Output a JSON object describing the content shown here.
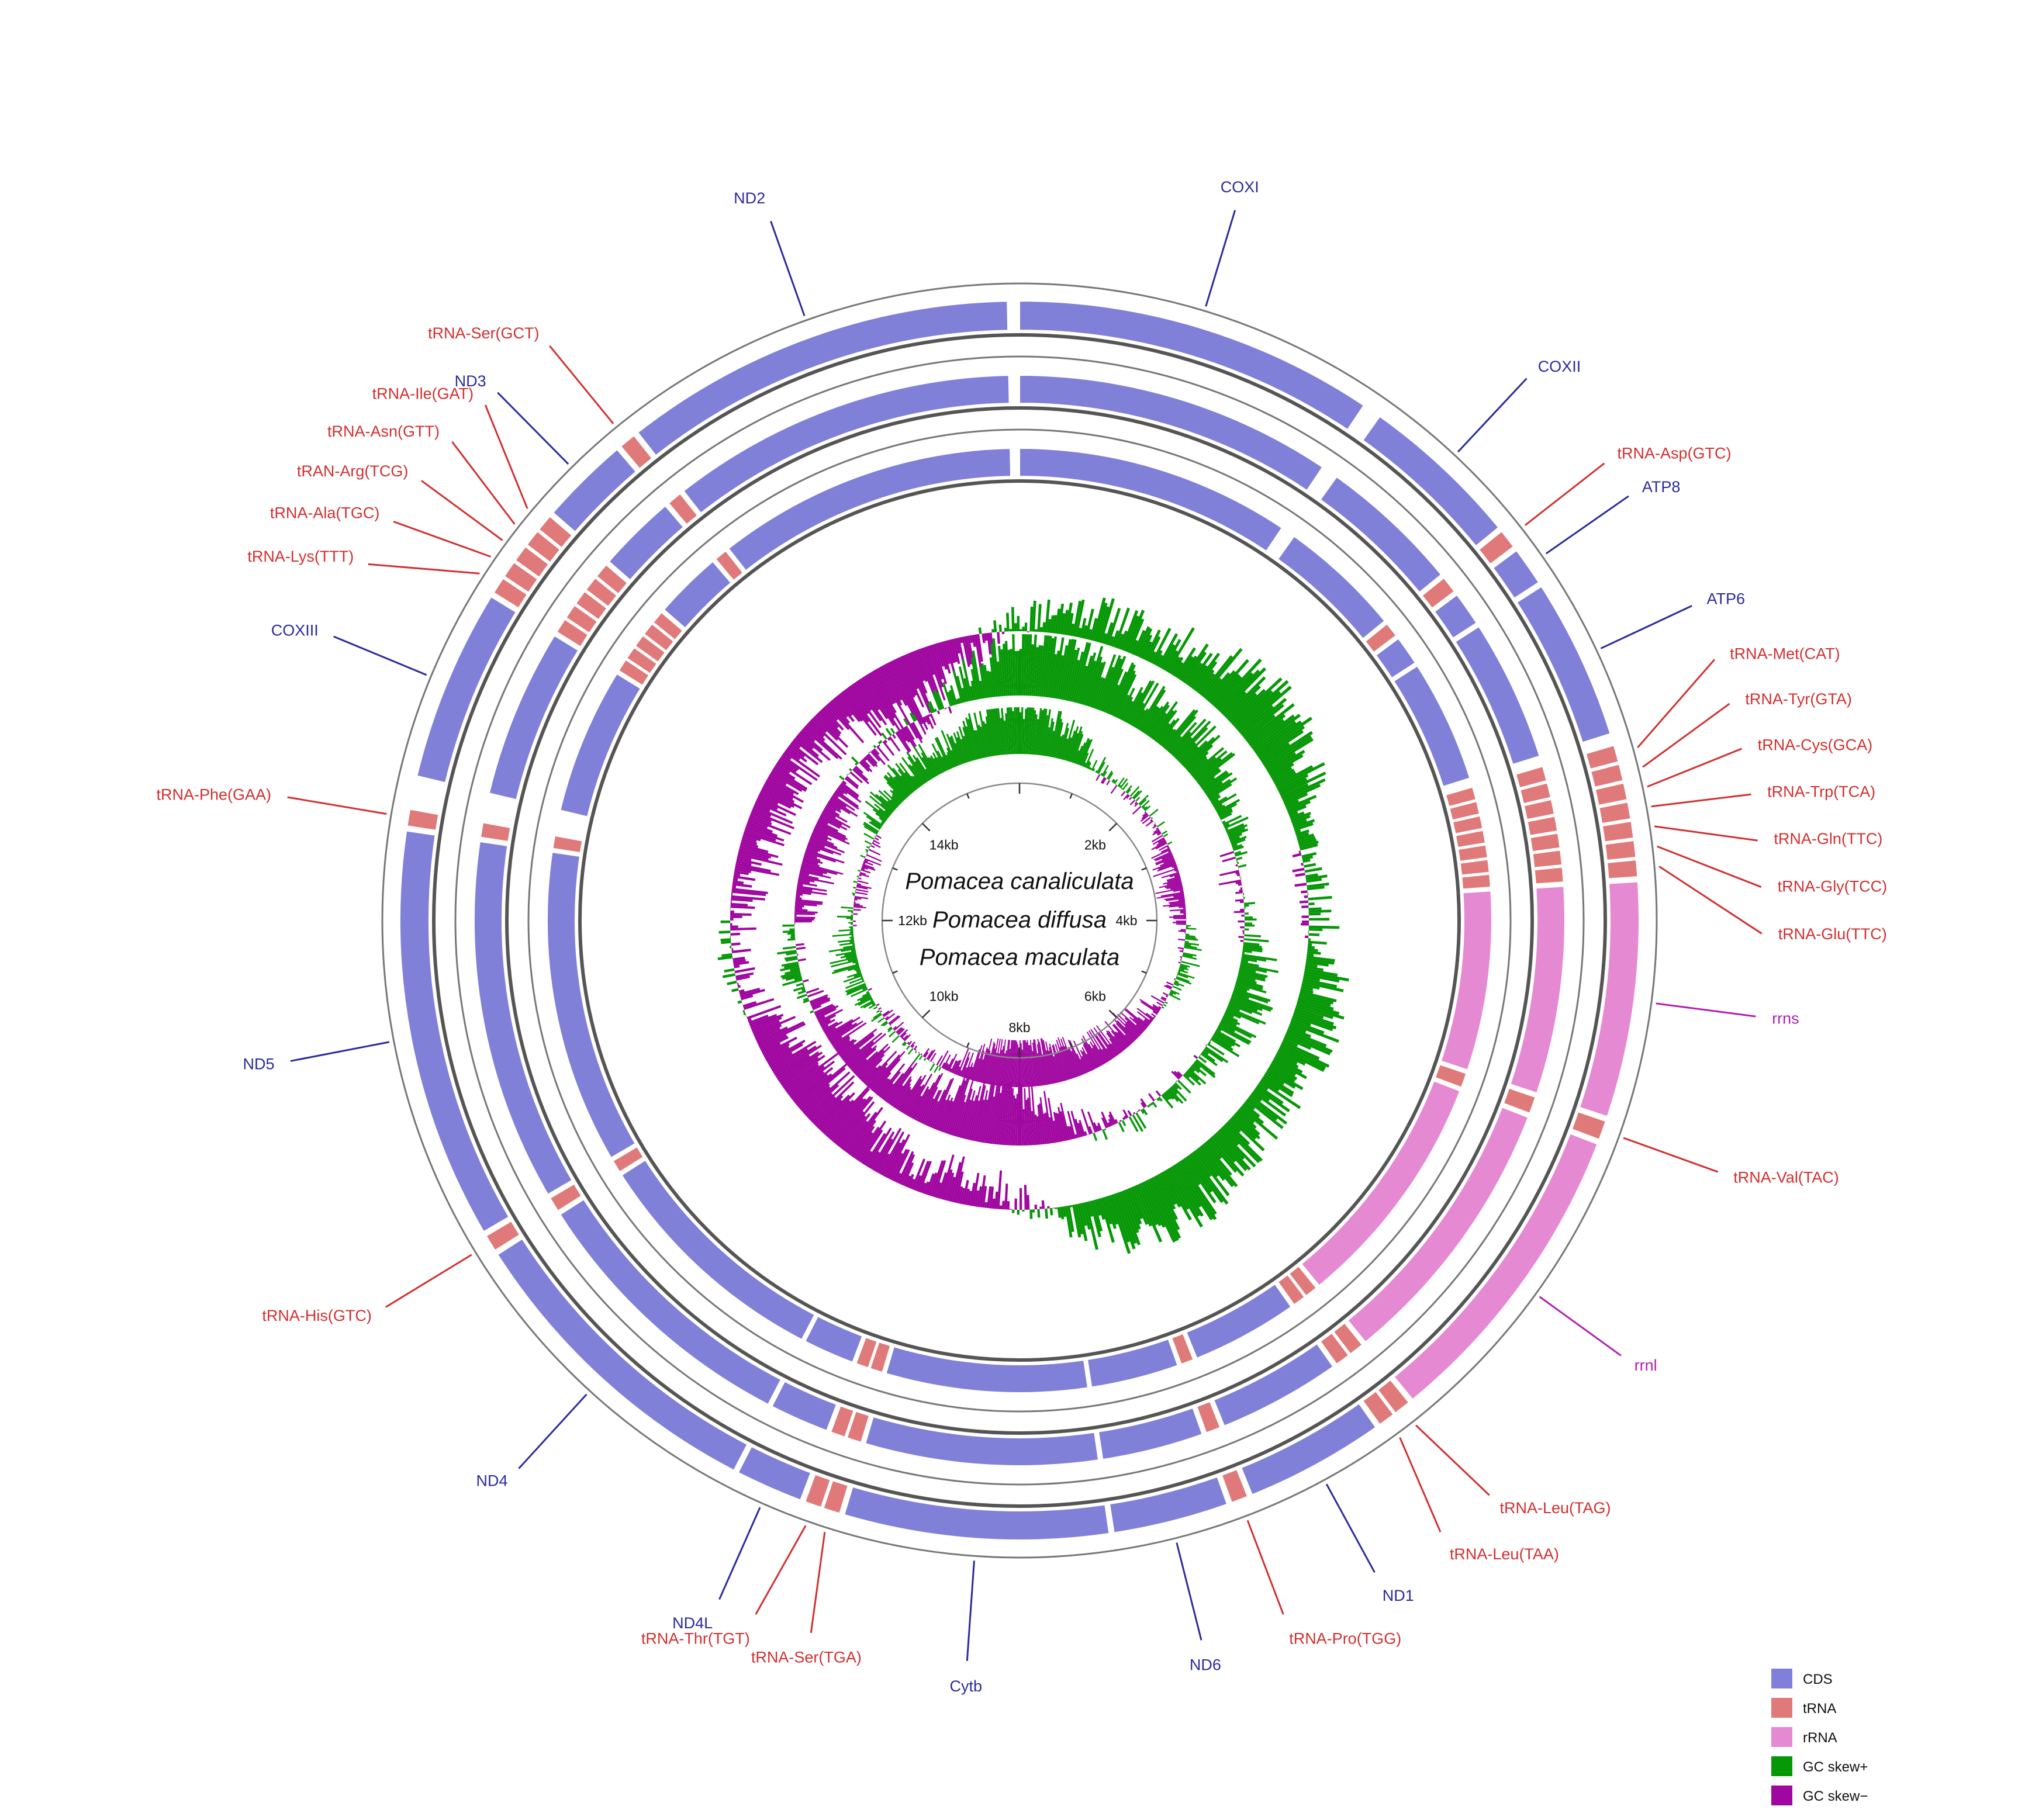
{
  "species": [
    "Pomacea canaliculata",
    "Pomacea diffusa",
    "Pomacea maculata"
  ],
  "genome_length_kb": 16,
  "scale_ticks": [
    "2kb",
    "4kb",
    "6kb",
    "8kb",
    "10kb",
    "12kb",
    "14kb"
  ],
  "colors": {
    "CDS": "#8080d8",
    "tRNA": "#e07a7a",
    "rRNA": "#e58ad2",
    "GC skew+": "#079807",
    "GC skew-": "#a006a0",
    "cds_label": "#2b2b9e",
    "trna_label": "#d23030",
    "rrna_label": "#b020b0"
  },
  "legend": [
    {
      "key": "CDS",
      "label": "CDS"
    },
    {
      "key": "tRNA",
      "label": "tRNA"
    },
    {
      "key": "rRNA",
      "label": "rRNA"
    },
    {
      "key": "GC skew+",
      "label": "GC skew+"
    },
    {
      "key": "GC skew-",
      "label": "GC skew−"
    }
  ],
  "genes": [
    {
      "name": "COXI",
      "type": "CDS",
      "start": 0.0,
      "end": 1.5
    },
    {
      "name": "COXII",
      "type": "CDS",
      "start": 1.58,
      "end": 2.25
    },
    {
      "name": "tRNA-Asp(GTC)",
      "type": "tRNA",
      "start": 2.27,
      "end": 2.35
    },
    {
      "name": "ATP8",
      "type": "CDS",
      "start": 2.37,
      "end": 2.53
    },
    {
      "name": "ATP6",
      "type": "CDS",
      "start": 2.55,
      "end": 3.22
    },
    {
      "name": "tRNA-Met(CAT)",
      "type": "tRNA",
      "start": 3.27,
      "end": 3.34
    },
    {
      "name": "tRNA-Tyr(GTA)",
      "type": "tRNA",
      "start": 3.35,
      "end": 3.42
    },
    {
      "name": "tRNA-Cys(GCA)",
      "type": "tRNA",
      "start": 3.43,
      "end": 3.5
    },
    {
      "name": "tRNA-Trp(TCA)",
      "type": "tRNA",
      "start": 3.51,
      "end": 3.58
    },
    {
      "name": "tRNA-Gln(TTC)",
      "type": "tRNA",
      "start": 3.59,
      "end": 3.66
    },
    {
      "name": "tRNA-Gly(TCC)",
      "type": "tRNA",
      "start": 3.67,
      "end": 3.74
    },
    {
      "name": "tRNA-Glu(TTC)",
      "type": "tRNA",
      "start": 3.75,
      "end": 3.82
    },
    {
      "name": "rrns",
      "type": "rRNA",
      "start": 3.84,
      "end": 4.82
    },
    {
      "name": "tRNA-Val(TAC)",
      "type": "tRNA",
      "start": 4.84,
      "end": 4.92
    },
    {
      "name": "rrnl",
      "type": "rRNA",
      "start": 4.94,
      "end": 6.25
    },
    {
      "name": "tRNA-Leu(TAG)",
      "type": "tRNA",
      "start": 6.27,
      "end": 6.34
    },
    {
      "name": "tRNA-Leu(TAA)",
      "type": "tRNA",
      "start": 6.35,
      "end": 6.42
    },
    {
      "name": "ND1",
      "type": "CDS",
      "start": 6.44,
      "end": 7.02
    },
    {
      "name": "tRNA-Pro(TGG)",
      "type": "tRNA",
      "start": 7.04,
      "end": 7.11
    },
    {
      "name": "ND6",
      "type": "CDS",
      "start": 7.13,
      "end": 7.61
    },
    {
      "name": "Cytb",
      "type": "CDS",
      "start": 7.63,
      "end": 8.73
    },
    {
      "name": "tRNA-Ser(TGA)",
      "type": "tRNA",
      "start": 8.75,
      "end": 8.82
    },
    {
      "name": "tRNA-Thr(TGT)",
      "type": "tRNA",
      "start": 8.83,
      "end": 8.9
    },
    {
      "name": "ND4L",
      "type": "CDS",
      "start": 8.92,
      "end": 9.2
    },
    {
      "name": "ND4",
      "type": "CDS",
      "start": 9.22,
      "end": 10.55
    },
    {
      "name": "tRNA-His(GTC)",
      "type": "tRNA",
      "start": 10.57,
      "end": 10.64
    },
    {
      "name": "ND5",
      "type": "CDS",
      "start": 10.66,
      "end": 12.37
    },
    {
      "name": "tRNA-Phe(GAA)",
      "type": "tRNA",
      "start": 12.39,
      "end": 12.46
    },
    {
      "name": "COXIII",
      "type": "CDS",
      "start": 12.6,
      "end": 13.4
    },
    {
      "name": "tRNA-Lys(TTT)",
      "type": "tRNA",
      "start": 13.42,
      "end": 13.49
    },
    {
      "name": "tRNA-Ala(TGC)",
      "type": "tRNA",
      "start": 13.5,
      "end": 13.57
    },
    {
      "name": "tRNA-Arg(TCG)",
      "type": "tRNA",
      "start": 13.58,
      "end": 13.65
    },
    {
      "name": "tRNA-Asn(GTT)",
      "type": "tRNA",
      "start": 13.66,
      "end": 13.73
    },
    {
      "name": "tRNA-Ile(GAT)",
      "type": "tRNA",
      "start": 13.74,
      "end": 13.81
    },
    {
      "name": "ND3",
      "type": "CDS",
      "start": 13.83,
      "end": 14.2
    },
    {
      "name": "tRNA-Ser(GCT)",
      "type": "tRNA",
      "start": 14.22,
      "end": 14.29
    },
    {
      "name": "ND2",
      "type": "CDS",
      "start": 14.31,
      "end": 15.95
    }
  ],
  "labels": [
    {
      "text": "ND2",
      "gene": "ND2",
      "type": "CDS"
    },
    {
      "text": "COXI",
      "gene": "COXI",
      "type": "CDS"
    },
    {
      "text": "COXII",
      "gene": "COXII",
      "type": "CDS"
    },
    {
      "text": "tRNA-Asp(GTC)",
      "gene": "tRNA-Asp(GTC)",
      "type": "tRNA"
    },
    {
      "text": "ATP8",
      "gene": "ATP8",
      "type": "CDS"
    },
    {
      "text": "ATP6",
      "gene": "ATP6",
      "type": "CDS"
    },
    {
      "text": "tRNA-Met(CAT)",
      "gene": "tRNA-Met(CAT)",
      "type": "tRNA"
    },
    {
      "text": "tRNA-Tyr(GTA)",
      "gene": "tRNA-Tyr(GTA)",
      "type": "tRNA"
    },
    {
      "text": "tRNA-Cys(GCA)",
      "gene": "tRNA-Cys(GCA)",
      "type": "tRNA"
    },
    {
      "text": "tRNA-Trp(TCA)",
      "gene": "tRNA-Trp(TCA)",
      "type": "tRNA"
    },
    {
      "text": "tRNA-Gln(TTC)",
      "gene": "tRNA-Gln(TTC)",
      "type": "tRNA"
    },
    {
      "text": "tRNA-Gly(TCC)",
      "gene": "tRNA-Gly(TCC)",
      "type": "tRNA"
    },
    {
      "text": "tRNA-Glu(TTC)",
      "gene": "tRNA-Glu(TTC)",
      "type": "tRNA"
    },
    {
      "text": "rrns",
      "gene": "rrns",
      "type": "rRNA"
    },
    {
      "text": "tRNA-Val(TAC)",
      "gene": "tRNA-Val(TAC)",
      "type": "tRNA"
    },
    {
      "text": "rrnl",
      "gene": "rrnl",
      "type": "rRNA"
    },
    {
      "text": "tRNA-Leu(TAG)",
      "gene": "tRNA-Leu(TAG)",
      "type": "tRNA"
    },
    {
      "text": "tRNA-Leu(TAA)",
      "gene": "tRNA-Leu(TAA)",
      "type": "tRNA"
    },
    {
      "text": "ND1",
      "gene": "ND1",
      "type": "CDS"
    },
    {
      "text": "tRNA-Pro(TGG)",
      "gene": "tRNA-Pro(TGG)",
      "type": "tRNA"
    },
    {
      "text": "ND6",
      "gene": "ND6",
      "type": "CDS"
    },
    {
      "text": "Cytb",
      "gene": "Cytb",
      "type": "CDS"
    },
    {
      "text": "tRNA-Ser(TGA)",
      "gene": "tRNA-Ser(TGA)",
      "type": "tRNA"
    },
    {
      "text": "tRNA-Thr(TGT)",
      "gene": "tRNA-Thr(TGT)",
      "type": "tRNA"
    },
    {
      "text": "ND4L",
      "gene": "ND4L",
      "type": "CDS"
    },
    {
      "text": "ND4",
      "gene": "ND4",
      "type": "CDS"
    },
    {
      "text": "tRNA-His(GTC)",
      "gene": "tRNA-His(GTC)",
      "type": "tRNA"
    },
    {
      "text": "ND5",
      "gene": "ND5",
      "type": "CDS"
    },
    {
      "text": "tRNA-Phe(GAA)",
      "gene": "tRNA-Phe(GAA)",
      "type": "tRNA"
    },
    {
      "text": "COXIII",
      "gene": "COXIII",
      "type": "CDS"
    },
    {
      "text": "tRNA-Lys(TTT)",
      "gene": "tRNA-Lys(TTT)",
      "type": "tRNA"
    },
    {
      "text": "tRNA-Ala(TGC)",
      "gene": "tRNA-Ala(TGC)",
      "type": "tRNA"
    },
    {
      "text": "tRAN-Arg(TCG)",
      "gene": "tRNA-Arg(TCG)",
      "type": "tRNA"
    },
    {
      "text": "tRNA-Asn(GTT)",
      "gene": "tRNA-Asn(GTT)",
      "type": "tRNA"
    },
    {
      "text": "tRNA-Ile(GAT)",
      "gene": "tRNA-Ile(GAT)",
      "type": "tRNA"
    },
    {
      "text": "ND3",
      "gene": "ND3",
      "type": "CDS"
    },
    {
      "text": "tRNA-Ser(GCT)",
      "gene": "tRNA-Ser(GCT)",
      "type": "tRNA"
    }
  ]
}
